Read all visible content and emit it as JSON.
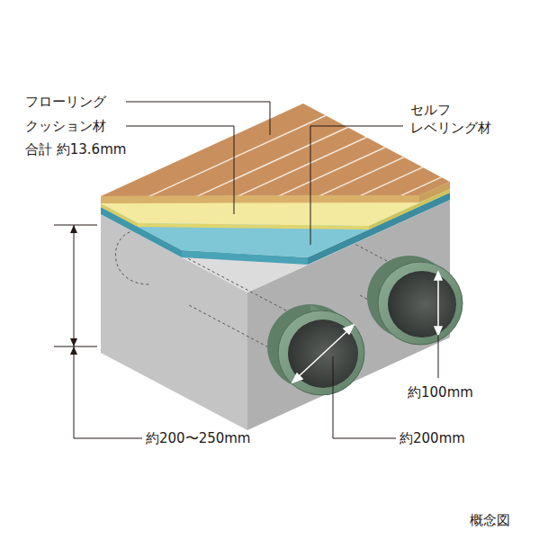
{
  "diagram": {
    "labels": [
      "フローリング",
      "クッション材",
      "合計 約13.6mm",
      "セルフ レベリング材",
      "約100mm",
      "約200〜250mm",
      "約200mm",
      "概念図"
    ]
  }
}
